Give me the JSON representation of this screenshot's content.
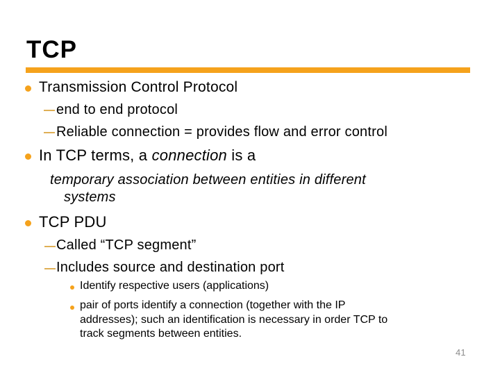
{
  "slide": {
    "title": "TCP",
    "page_number": "41"
  },
  "colors": {
    "accent": "#F5A21C",
    "dash": "#DFAF55",
    "text": "#000000",
    "pagenum": "#8C8C8C",
    "background": "#FFFFFF"
  },
  "outline": {
    "item1": {
      "text": "Transmission Control Protocol"
    },
    "item1_sub1": {
      "text": "end to end protocol"
    },
    "item1_sub2": {
      "text": "Reliable connection = provides flow and error control"
    },
    "item2": {
      "text_prefix": "In TCP terms, a ",
      "text_emphasis": "connection",
      "text_suffix": " is a"
    },
    "item2_continuation": {
      "lines": [
        "temporary association between entities in different",
        "systems"
      ]
    },
    "item3": {
      "text": "TCP PDU"
    },
    "item3_sub1": {
      "text": "Called “TCP segment”"
    },
    "item3_sub2": {
      "text": "Includes source and destination port"
    },
    "item3_sub2_sub1": {
      "text": "Identify respective users (applications)"
    },
    "item3_sub2_sub2": {
      "lines": [
        "pair of ports identify a connection (together with the IP",
        "addresses); such an identification is necessary in order TCP to",
        "track segments between entities."
      ]
    }
  }
}
